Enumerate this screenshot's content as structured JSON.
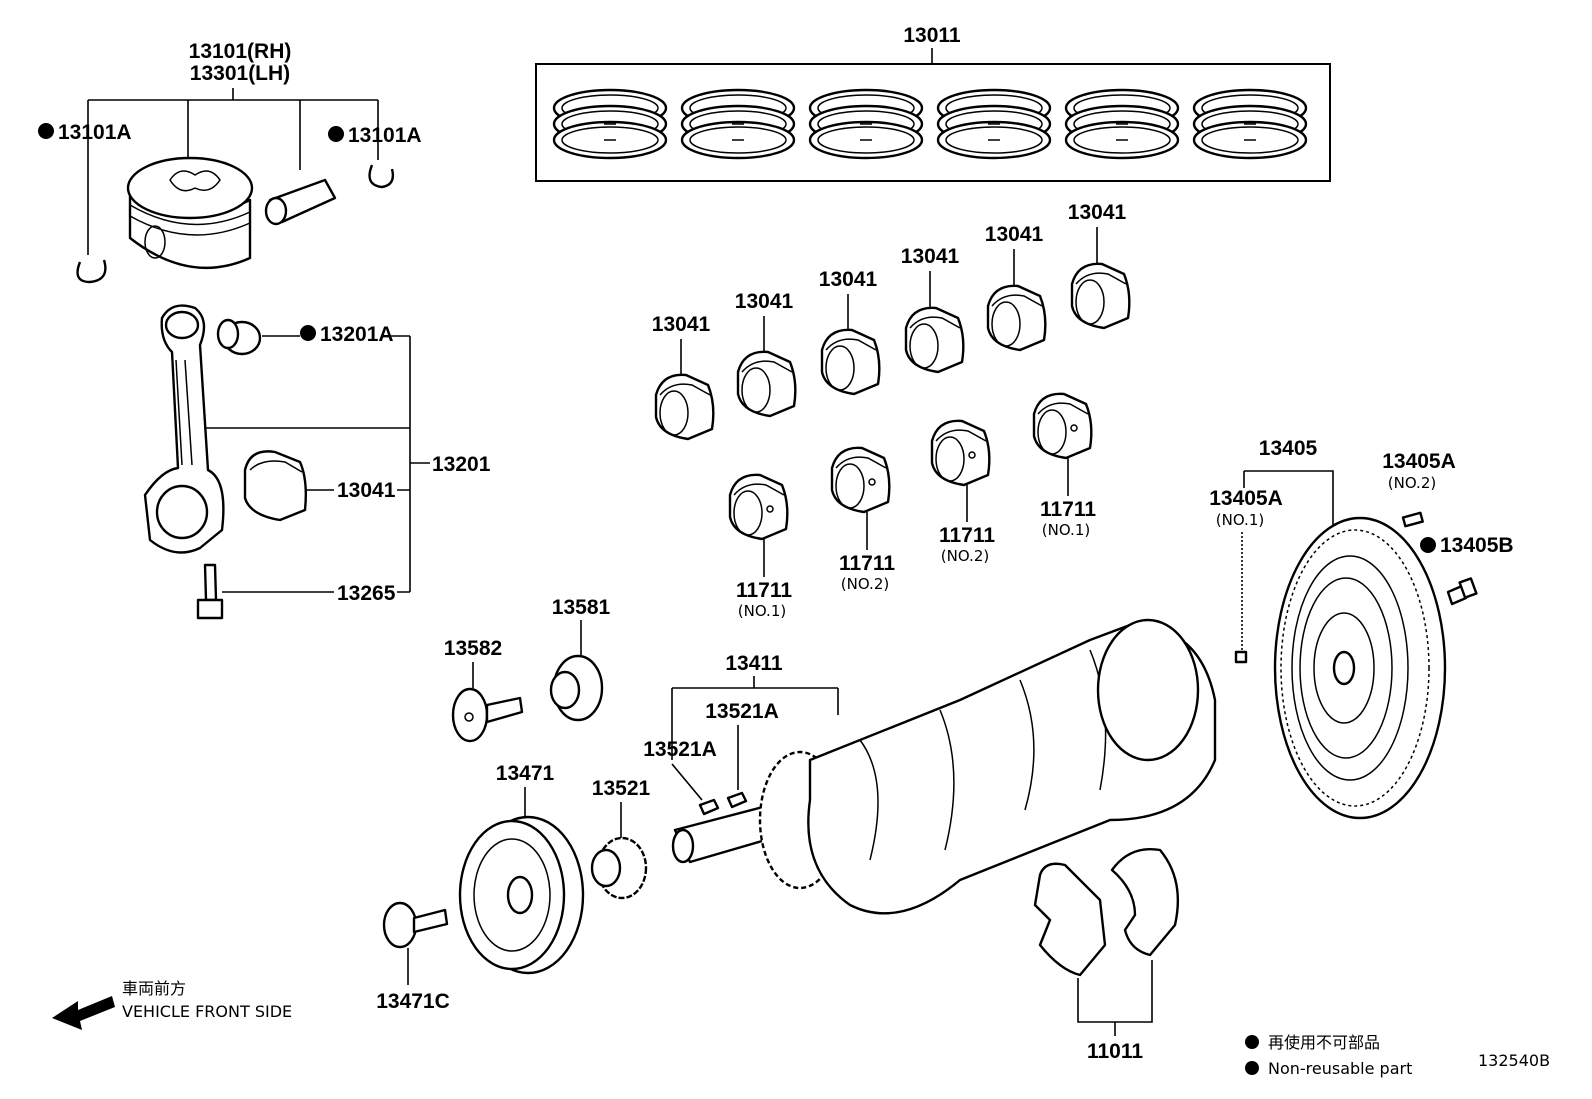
{
  "labels": {
    "piston_rh": "13101(RH)",
    "piston_lh": "13301(LH)",
    "snap_ring_left": "13101A",
    "snap_ring_right": "13101A",
    "ring_set": "13011",
    "bushing": "13201A",
    "conrod_assy": "13201",
    "conrod_bearing": "13041",
    "conrod_bolt": "13265",
    "bearing_upper_1": "13041",
    "bearing_upper_2": "13041",
    "bearing_upper_3": "13041",
    "bearing_upper_4": "13041",
    "bearing_upper_5": "13041",
    "bearing_upper_6": "13041",
    "main_bearing_1": "11711",
    "main_bearing_1_sub": "(NO.1)",
    "main_bearing_2": "11711",
    "main_bearing_2_sub": "(NO.2)",
    "main_bearing_3": "11711",
    "main_bearing_3_sub": "(NO.2)",
    "main_bearing_4": "11711",
    "main_bearing_4_sub": "(NO.1)",
    "flywheel": "13405",
    "dowel_no1": "13405A",
    "dowel_no1_sub": "(NO.1)",
    "dowel_no2": "13405A",
    "dowel_no2_sub": "(NO.2)",
    "flywheel_bolt": "13405B",
    "washer_bolt": "13582",
    "sensor_plate": "13581",
    "crankshaft": "13411",
    "key_a": "13521A",
    "key_b": "13521A",
    "pulley": "13471",
    "timing_gear": "13521",
    "pulley_bolt": "13471C",
    "thrust_washer": "11011"
  },
  "direction": {
    "japanese": "車両前方",
    "english": "VEHICLE FRONT SIDE"
  },
  "legend": {
    "japanese": "再使用不可部品",
    "english": "Non-reusable part"
  },
  "diagram_id": "132540B"
}
